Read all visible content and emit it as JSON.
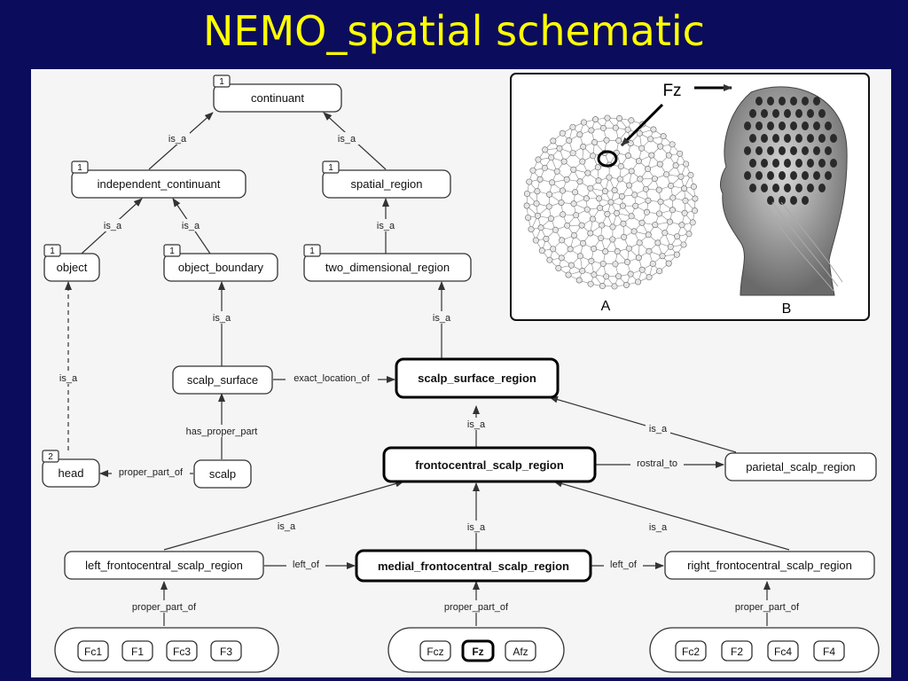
{
  "title": "NEMO_spatial schematic",
  "nodes": {
    "continuant": {
      "label": "continuant",
      "tag": "1"
    },
    "independent_continuant": {
      "label": "independent_continuant",
      "tag": "1"
    },
    "spatial_region": {
      "label": "spatial_region",
      "tag": "1"
    },
    "object": {
      "label": "object",
      "tag": "1"
    },
    "object_boundary": {
      "label": "object_boundary",
      "tag": "1"
    },
    "two_dimensional_region": {
      "label": "two_dimensional_region",
      "tag": "1"
    },
    "scalp_surface": {
      "label": "scalp_surface"
    },
    "scalp_surface_region": {
      "label": "scalp_surface_region"
    },
    "head": {
      "label": "head",
      "tag": "2"
    },
    "scalp": {
      "label": "scalp"
    },
    "frontocentral_scalp_region": {
      "label": "frontocentral_scalp_region"
    },
    "parietal_scalp_region": {
      "label": "parietal_scalp_region"
    },
    "left_frontocentral_scalp_region": {
      "label": "left_frontocentral_scalp_region"
    },
    "medial_frontocentral_scalp_region": {
      "label": "medial_frontocentral_scalp_region"
    },
    "right_frontocentral_scalp_region": {
      "label": "right_frontocentral_scalp_region"
    }
  },
  "edge_labels": {
    "is_a": "is_a",
    "exact_location_of": "exact_location_of",
    "has_proper_part": "has_proper_part",
    "proper_part_of": "proper_part_of",
    "rostral_to": "rostral_to",
    "left_of": "left_of"
  },
  "electrode_groups": {
    "left": [
      "Fc1",
      "F1",
      "Fc3",
      "F3"
    ],
    "medial": [
      "Fcz",
      "Fz",
      "Afz"
    ],
    "right": [
      "Fc2",
      "F2",
      "Fc4",
      "F4"
    ]
  },
  "highlighted_electrode": "Fz",
  "figure_inset": {
    "callout_label": "Fz",
    "label_a": "A",
    "label_b": "B"
  }
}
